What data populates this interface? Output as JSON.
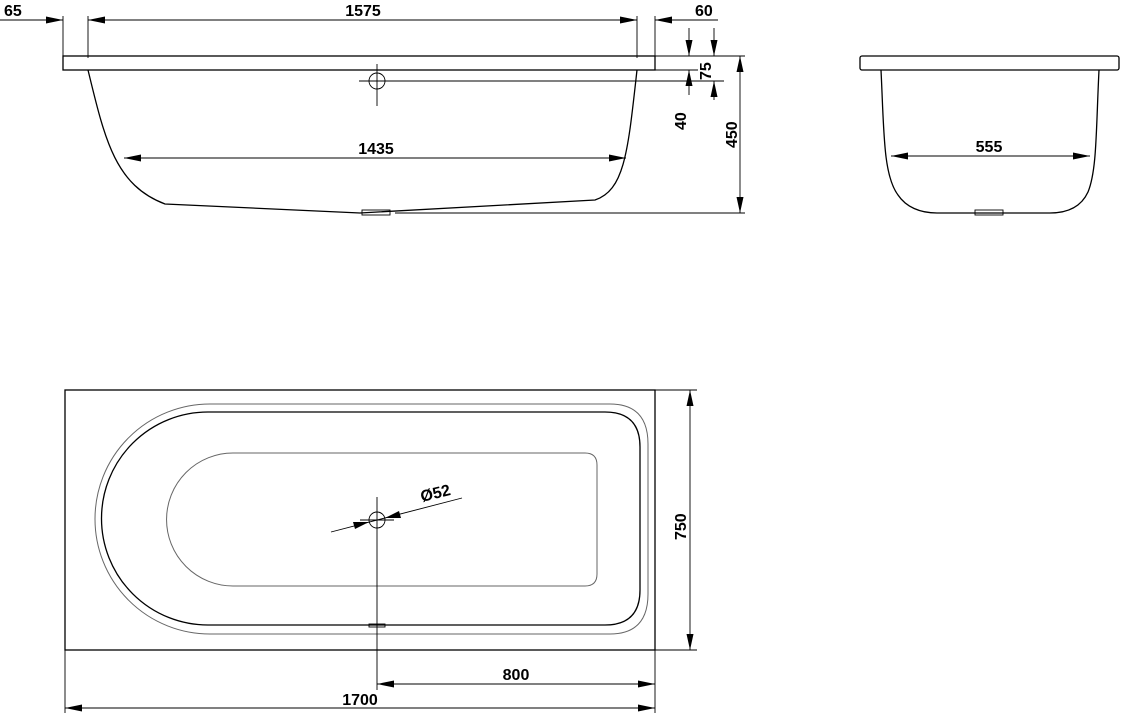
{
  "dimensions": {
    "rim_left": "65",
    "rim_length": "1575",
    "rim_right": "60",
    "overflow_height": "75",
    "overflow_offset": "40",
    "total_height": "450",
    "bottom_length": "1435",
    "end_width": "555",
    "drain_diameter": "Ø52",
    "total_width": "750",
    "drain_position": "800",
    "total_length": "1700"
  }
}
